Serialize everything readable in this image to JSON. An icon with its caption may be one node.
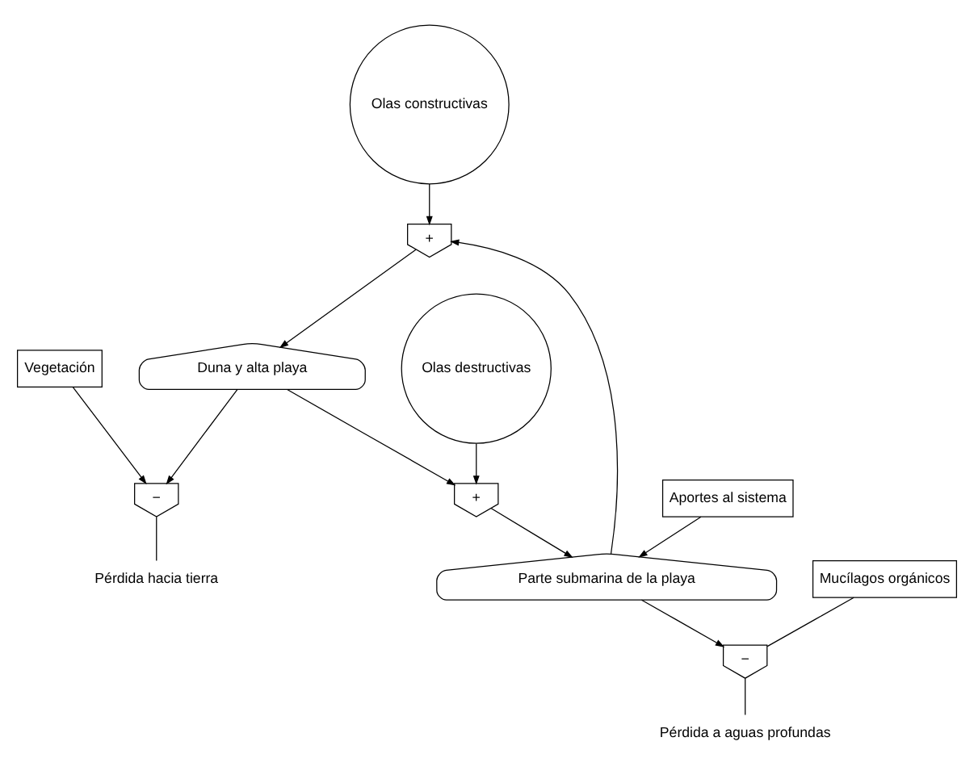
{
  "diagram": {
    "nodes": [
      {
        "text": [
          "Olas constructivas"
        ]
      },
      {
        "text": [
          "Vegetación"
        ]
      },
      {
        "text": [
          "Duna y alta playa"
        ]
      },
      {
        "text": [
          "+"
        ]
      },
      {
        "text": [
          "Aportes al sistema"
        ]
      },
      {
        "text": [
          "−"
        ]
      },
      {
        "text": [
          "Parte submarina de la playa"
        ]
      },
      {
        "text": [
          "+"
        ]
      },
      {
        "text": [
          "Olas destructivas"
        ]
      },
      {
        "text": [
          "−"
        ]
      },
      {
        "text": [
          "Mucílagos orgánicos"
        ]
      },
      {
        "text": [
          "Pérdida hacia tierra"
        ]
      },
      {
        "text": [
          "Pérdida a aguas profundas"
        ]
      }
    ],
    "edges": [
      {
        "from": 0,
        "to": 3,
        "arrow": "to"
      },
      {
        "from": 3,
        "to": 2,
        "arrow": "to"
      },
      {
        "from": 6,
        "to": 3,
        "arrow": "to"
      },
      {
        "from": 2,
        "to": 5,
        "arrow": "to"
      },
      {
        "from": 1,
        "to": 5,
        "arrow": "to"
      },
      {
        "from": 5,
        "to": 11,
        "arrow": "none"
      },
      {
        "from": 2,
        "to": 7,
        "arrow": "to"
      },
      {
        "from": 8,
        "to": 7,
        "arrow": "to"
      },
      {
        "from": 7,
        "to": 6,
        "arrow": "to"
      },
      {
        "from": 4,
        "to": 6,
        "arrow": "to"
      },
      {
        "from": 6,
        "to": 9,
        "arrow": "to"
      },
      {
        "from": 10,
        "to": 9,
        "arrow": "none"
      },
      {
        "from": 9,
        "to": 12,
        "arrow": "none"
      }
    ]
  }
}
